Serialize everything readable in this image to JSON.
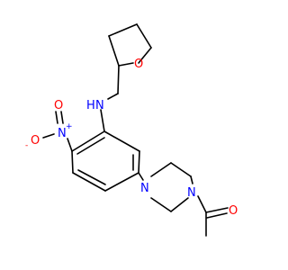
{
  "molecule": {
    "atoms": {
      "amine_N": "N",
      "amine_H": "H",
      "ring_O": "O",
      "nitro_N": "N",
      "nitro_plus": "+",
      "nitro_O_top": "O",
      "nitro_O_minus": "O",
      "nitro_minus": "-",
      "pip_N_left": "N",
      "pip_N_right": "N",
      "carbonyl_O": "O"
    },
    "colors": {
      "bond": "#000000",
      "nitrogen": "#0000ff",
      "oxygen": "#ff0000",
      "carbon": "#000000"
    }
  }
}
